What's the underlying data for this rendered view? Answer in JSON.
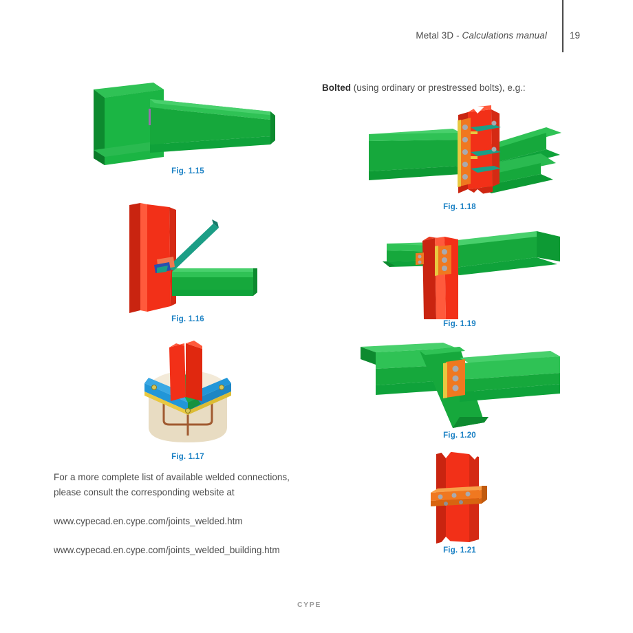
{
  "header": {
    "title_plain": "Metal 3D - ",
    "title_italic": "Calculations manual",
    "page_number": "19"
  },
  "right_column": {
    "lead_bold": "Bolted",
    "lead_rest": " (using ordinary or prestressed bolts), e.g.:"
  },
  "figures": {
    "fig115": {
      "caption": "Fig. 1.15"
    },
    "fig116": {
      "caption": "Fig. 1.16"
    },
    "fig117": {
      "caption": "Fig. 1.17"
    },
    "fig118": {
      "caption": "Fig. 1.18"
    },
    "fig119": {
      "caption": "Fig. 1.19"
    },
    "fig120": {
      "caption": "Fig. 1.20"
    },
    "fig121": {
      "caption": "Fig. 1.21"
    }
  },
  "body": {
    "para_line1": "For a more complete list of available welded connections,",
    "para_line2": "please consult the corresponding website at",
    "url1": "www.cypecad.en.cype.com/joints_welded.htm",
    "url2": "www.cypecad.en.cype.com/joints_welded_building.htm"
  },
  "footer": {
    "brand": "CYPE"
  },
  "colors": {
    "steel_green": "#16a83c",
    "steel_green_dark": "#0d8a2f",
    "steel_green_light": "#2fc255",
    "steel_red": "#f23018",
    "steel_red_dark": "#c92410",
    "steel_red_light": "#ff5a3c",
    "plate_orange": "#f07820",
    "plate_yellow": "#e8c840",
    "plate_blue": "#2196d8",
    "plate_teal": "#1c9e86",
    "bolt_grey": "#a8aab0",
    "concrete_cream": "#efe5cf",
    "anchor_brown": "#a05a30",
    "caption_blue": "#1b81c4",
    "text_grey": "#4d4d4d",
    "footer_grey": "#9b9b9b"
  }
}
